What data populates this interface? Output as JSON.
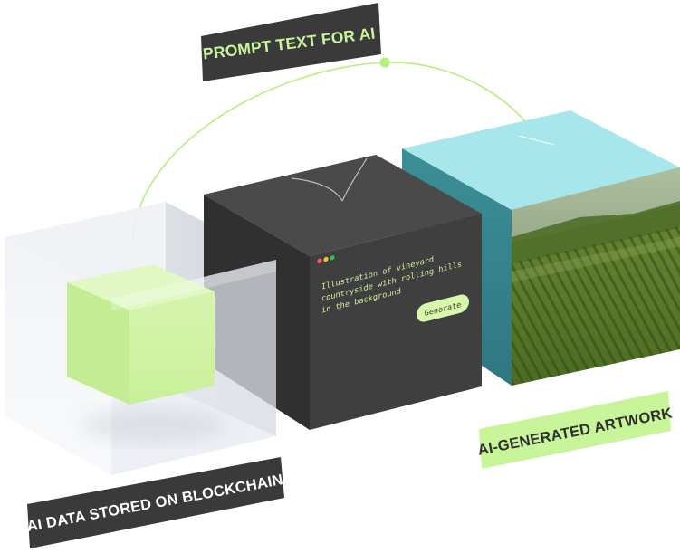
{
  "labels": {
    "prompt": "PROMPT TEXT FOR AI",
    "artwork": "AI-GENERATED ARTWORK",
    "blockchain": "AI DATA STORED ON BLOCKCHAIN"
  },
  "terminal": {
    "line1": "Illustration of vineyard",
    "line2": "countryside with rolling hills",
    "line3": "in the background",
    "button": "Generate"
  },
  "colors": {
    "accent_green": "#c9f59a",
    "arc_green": "#b6ef7f",
    "dark_pill": "#3a3a3a",
    "terminal_bg": "#3f3f40",
    "terminal_text": "#cfee9b",
    "teal_top": "#a7e6ea",
    "teal_side": "#3a8c94"
  }
}
